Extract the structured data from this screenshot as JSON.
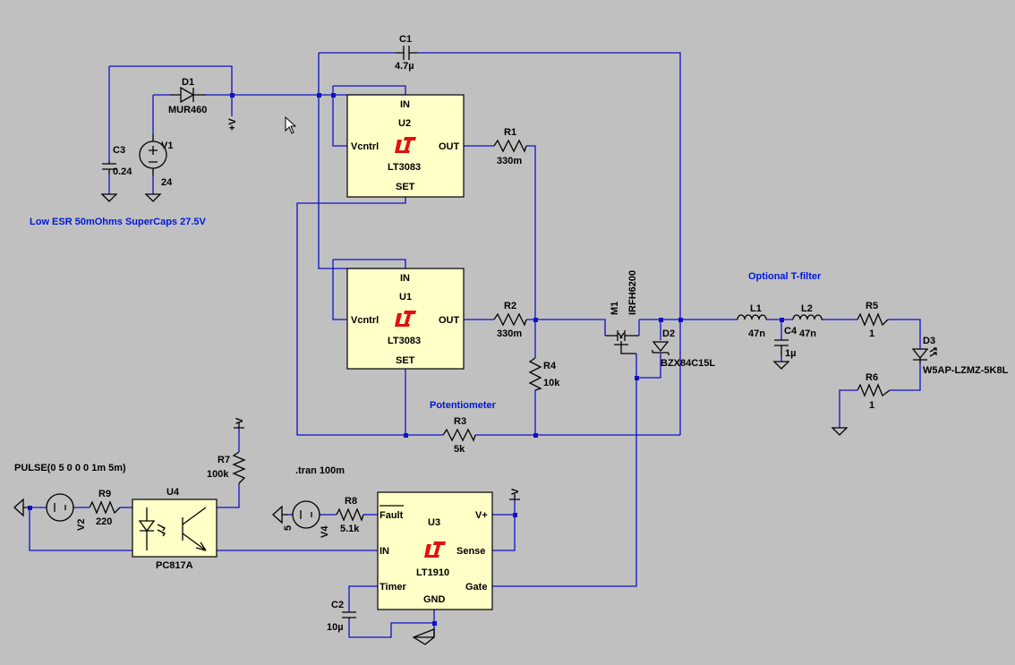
{
  "labels": {
    "c1_name": "C1",
    "c1_val": "4.7µ",
    "d1_name": "D1",
    "d1_val": "MUR460",
    "plus_v_1": "+V",
    "c3_name": "C3",
    "c3_val": "0.24",
    "v1_name": "V1",
    "v1_val": "24",
    "note_supercaps": "Low ESR 50mOhms SuperCaps 27.5V",
    "u2": {
      "in": "IN",
      "name": "U2",
      "vctrl": "Vcntrl",
      "out": "OUT",
      "part": "LT3083",
      "set": "SET"
    },
    "u1": {
      "in": "IN",
      "name": "U1",
      "vctrl": "Vcntrl",
      "out": "OUT",
      "part": "LT3083",
      "set": "SET"
    },
    "r1_name": "R1",
    "r1_val": "330m",
    "r2_name": "R2",
    "r2_val": "330m",
    "r4_name": "R4",
    "r4_val": "10k",
    "r3_name": "R3",
    "r3_val": "5k",
    "note_pot": "Potentiometer",
    "m1_name": "M1",
    "m1_part": "IRFH6200",
    "d2_name": "D2",
    "d2_val": "BZX84C15L",
    "note_tfilter": "Optional T-filter",
    "l1_name": "L1",
    "l1_val": "47n",
    "l2_name": "L2",
    "l2_val": "47n",
    "c4_name": "C4",
    "c4_val": "1µ",
    "r5_name": "R5",
    "r5_val": "1",
    "r6_name": "R6",
    "r6_val": "1",
    "d3_name": "D3",
    "d3_val": "W5AP-LZMZ-5K8L",
    "pulse": "PULSE(0 5 0 0 0 1m 5m)",
    "v2_name": "V2",
    "r9_name": "R9",
    "r9_val": "220",
    "u4_name": "U4",
    "u4_part": "PC817A",
    "r7_name": "R7",
    "r7_val": "100k",
    "v_r7": "V",
    "tran": ".tran 100m",
    "v4_name": "V4",
    "v4_val": "5",
    "r8_name": "R8",
    "r8_val": "5.1k",
    "u3": {
      "fault": "Fault",
      "name": "U3",
      "vplus": "V+",
      "in": "IN",
      "sense": "Sense",
      "part": "LT1910",
      "timer": "Timer",
      "gate": "Gate",
      "gnd": "GND"
    },
    "v_u3": "V",
    "c2_name": "C2",
    "c2_val": "10µ"
  },
  "colors": {
    "background": "#c0c0c0",
    "wire": "#1010c8",
    "ic_fill": "#ffffc8",
    "logo": "#e01010",
    "note": "#0018d8"
  }
}
